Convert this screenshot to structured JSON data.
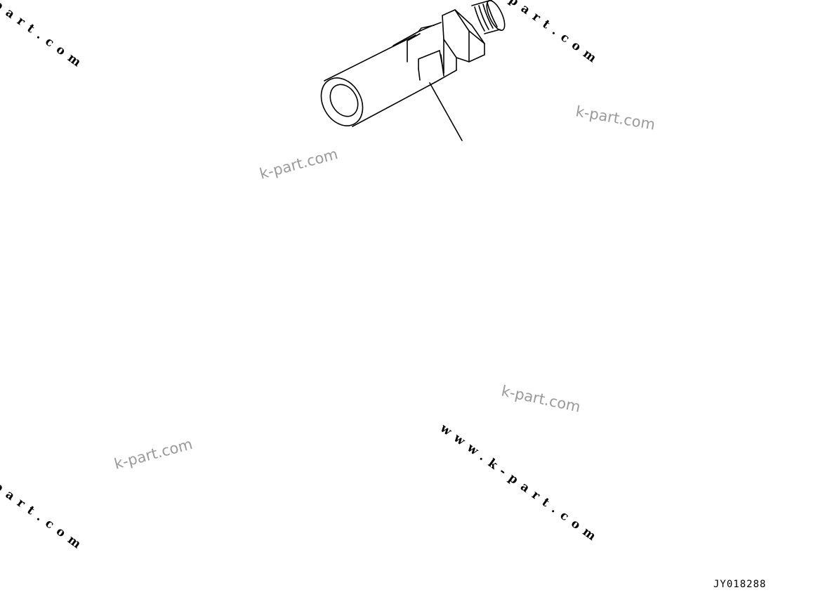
{
  "watermarks": {
    "short_text": "k-part.com",
    "long_text": "www.k-part.com",
    "long_text_partial": "part.com"
  },
  "drawing_code": "JY018288"
}
